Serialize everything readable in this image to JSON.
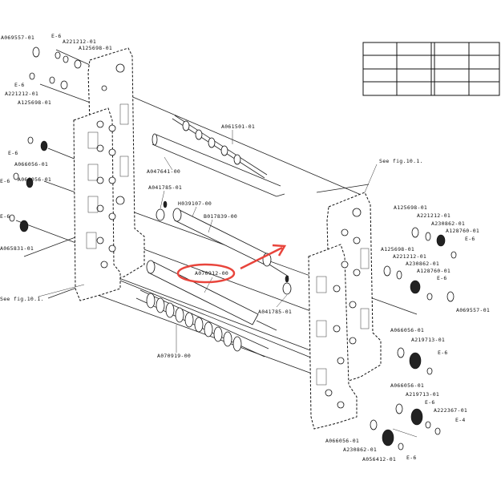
{
  "labels": {
    "l_a069557_tl": "A069557-01",
    "l_e6_tl": "E-6",
    "l_a221212_tl": "A221212-01",
    "l_a125698_tl": "A125698-01",
    "l_e6_l2": "E-6",
    "l_a221212_l2": "A221212-01",
    "l_a125698_l2": "A125698-01",
    "l_e6_l3": "E-6",
    "l_a066056_l3": "A066056-01",
    "l_e6_l4": "E-6",
    "l_a066056_l4": "A066056-01",
    "l_e6_l5": "E-6",
    "l_a065831": "A065831-01",
    "l_see_left": "See fig.10.1.",
    "l_a061501": "A061501-01",
    "l_a047641": "A047641-00",
    "l_a041785_top": "A041785-01",
    "l_h039107": "H039107-00",
    "l_b017839": "B017839-00",
    "l_a070912": "A070912-00",
    "l_a041785_bot": "A041785-01",
    "l_a070919": "A070919-00",
    "l_see_right": "See fig.10.1.",
    "l_a125698_r1": "A125698-01",
    "l_a221212_r1": "A221212-01",
    "l_a230862_r1": "A230862-01",
    "l_a128760_r1": "A128760-01",
    "l_e6_r1": "E-6",
    "l_a125698_r2": "A125698-01",
    "l_a221212_r2": "A221212-01",
    "l_a230862_r2": "A230862-01",
    "l_a128760_r2": "A128760-01",
    "l_e6_r2": "E-6",
    "l_a069557_r": "A069557-01",
    "l_a066056_r3": "A066056-01",
    "l_a219713_r3": "A219713-01",
    "l_e6_r3": "E-6",
    "l_a066056_r4": "A066056-01",
    "l_a219713_r4": "A219713-01",
    "l_e6_r4": "E-6",
    "l_a222367": "A222367-01",
    "l_e4": "E-4",
    "l_a066056_b": "A066056-01",
    "l_a230862_b": "A230862-01",
    "l_a056412": "A056412-01",
    "l_e6_b": "E-6"
  },
  "highlight_color": "#e8453c"
}
